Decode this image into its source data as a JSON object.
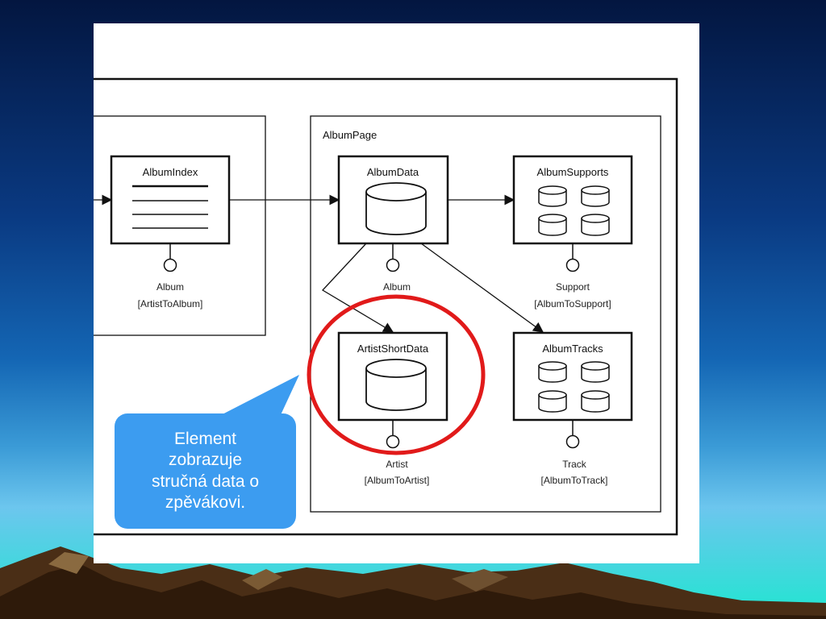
{
  "diagram": {
    "left_container": {
      "element": {
        "title": "AlbumIndex",
        "param": "Album",
        "binding": "[ArtistToAlbum]"
      }
    },
    "album_page": {
      "title": "AlbumPage",
      "elements": [
        {
          "title": "AlbumData",
          "param": "Album",
          "binding": ""
        },
        {
          "title": "AlbumSupports",
          "param": "Support",
          "binding": "[AlbumToSupport]"
        },
        {
          "title": "ArtistShortData",
          "param": "Artist",
          "binding": "[AlbumToArtist]"
        },
        {
          "title": "AlbumTracks",
          "param": "Track",
          "binding": "[AlbumToTrack]"
        }
      ]
    }
  },
  "callout": {
    "lines": [
      "Element",
      "zobrazuje",
      "stručná data o",
      "zpěvákovi."
    ]
  },
  "colors": {
    "highlight": "#e11a1a",
    "callout": "#3c9cf0"
  }
}
